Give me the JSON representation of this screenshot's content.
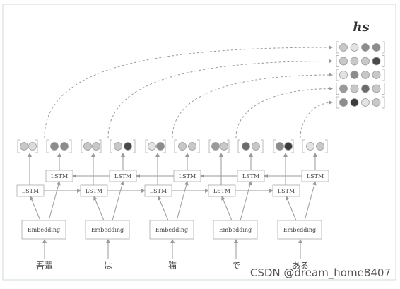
{
  "diagram": {
    "title": "hs",
    "words": [
      "吾輩",
      "は",
      "猫",
      "で",
      "ある"
    ],
    "embedding_label": "Embedding",
    "lstm_label": "LSTM",
    "backward_lstm_label": "LSTM",
    "forward_states": [
      [
        "#c8c8c8",
        "#dcdcdc"
      ],
      [
        "#c8c8c8",
        "#c8c8c8"
      ],
      [
        "#e3e3e3",
        "#8c8c8c"
      ],
      [
        "#9a9a9a",
        "#c8c8c8"
      ],
      [
        "#8c8c8c",
        "#3c3c3c"
      ]
    ],
    "backward_states": [
      [
        "#8c8c8c",
        "#8c8c8c"
      ],
      [
        "#c8c8c8",
        "#4a4a4a"
      ],
      [
        "#c8c8c8",
        "#c8c8c8"
      ],
      [
        "#6c6c6c",
        "#c8c8c8"
      ],
      [
        "#e3e3e3",
        "#c8c8c8"
      ]
    ],
    "hs_rows": [
      [
        "#c8c8c8",
        "#e3e3e3",
        "#8c8c8c",
        "#8c8c8c"
      ],
      [
        "#c8c8c8",
        "#c8c8c8",
        "#c8c8c8",
        "#4a4a4a"
      ],
      [
        "#e3e3e3",
        "#8c8c8c",
        "#c8c8c8",
        "#c8c8c8"
      ],
      [
        "#9a9a9a",
        "#c8c8c8",
        "#6c6c6c",
        "#c8c8c8"
      ],
      [
        "#8c8c8c",
        "#3c3c3c",
        "#e3e3e3",
        "#c8c8c8"
      ]
    ]
  },
  "watermark": "CSDN @dream_home8407"
}
